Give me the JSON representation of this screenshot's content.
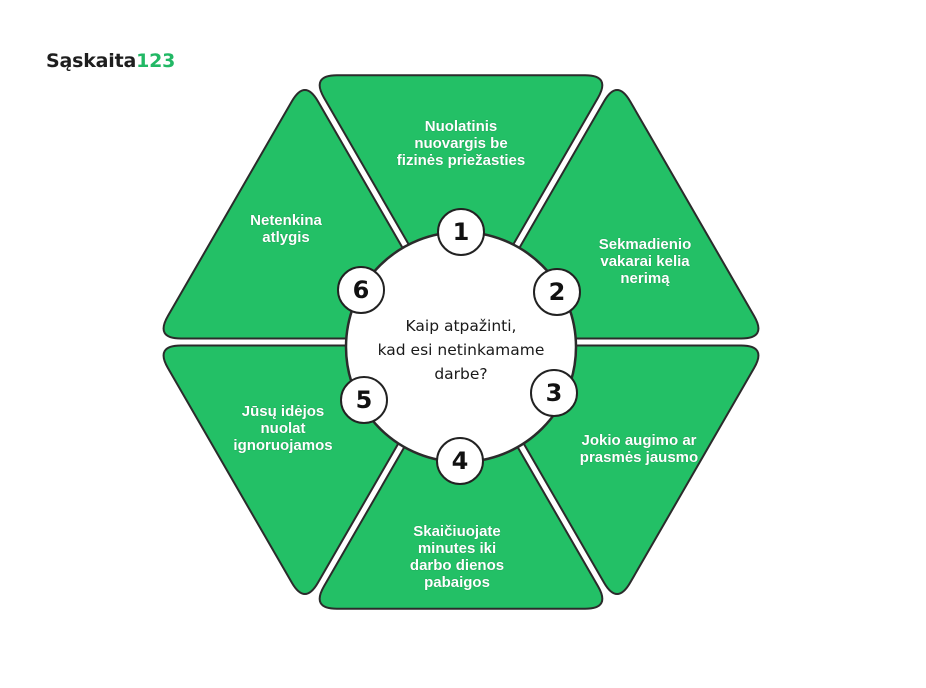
{
  "logo": {
    "word": "Sąskaita",
    "number": "123"
  },
  "center": {
    "text": "Kaip atpažinti,\nkad esi netinkamame\ndarbe?"
  },
  "colors": {
    "segment_fill": "#23c066",
    "segment_stroke": "#2b2b2b",
    "brand_accent": "#22b865"
  },
  "segments": [
    {
      "number": "1",
      "label": "Nuolatinis\nnuovargis be\nfizinės priežasties"
    },
    {
      "number": "2",
      "label": "Sekmadienio\nvakarai kelia\nnerimą"
    },
    {
      "number": "3",
      "label": "Jokio augimo ar\nprasmės jausmo"
    },
    {
      "number": "4",
      "label": "Skaičiuojate\nminutes iki\ndarbo dienos\npabaigos"
    },
    {
      "number": "5",
      "label": "Jūsų idėjos\nnuolat\nignoruojamos"
    },
    {
      "number": "6",
      "label": "Netenkina\natlygis"
    }
  ]
}
